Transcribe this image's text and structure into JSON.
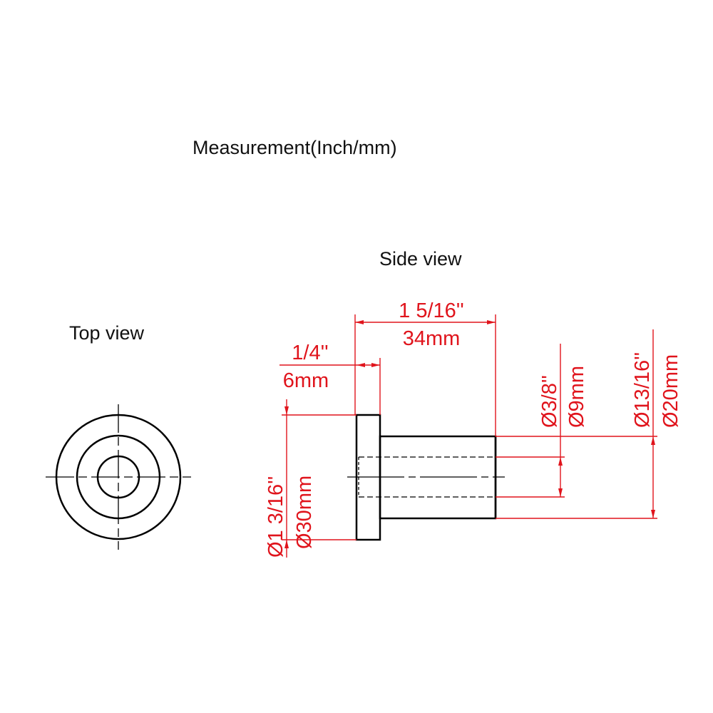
{
  "title": "Measurement(Inch/mm)",
  "views": {
    "side_label": "Side view",
    "top_label": "Top view"
  },
  "dimensions": {
    "total_length_in": "1 5/16''",
    "total_length_mm": "34mm",
    "flange_thickness_in": "1/4''",
    "flange_thickness_mm": "6mm",
    "flange_diameter_in": "Ø1 3/16''",
    "flange_diameter_mm": "Ø30mm",
    "bore_diameter_in": "Ø3/8''",
    "bore_diameter_mm": "Ø9mm",
    "shaft_diameter_in": "Ø13/16''",
    "shaft_diameter_mm": "Ø20mm"
  },
  "colors": {
    "dimension": "#e0141c",
    "outline": "#000000"
  }
}
